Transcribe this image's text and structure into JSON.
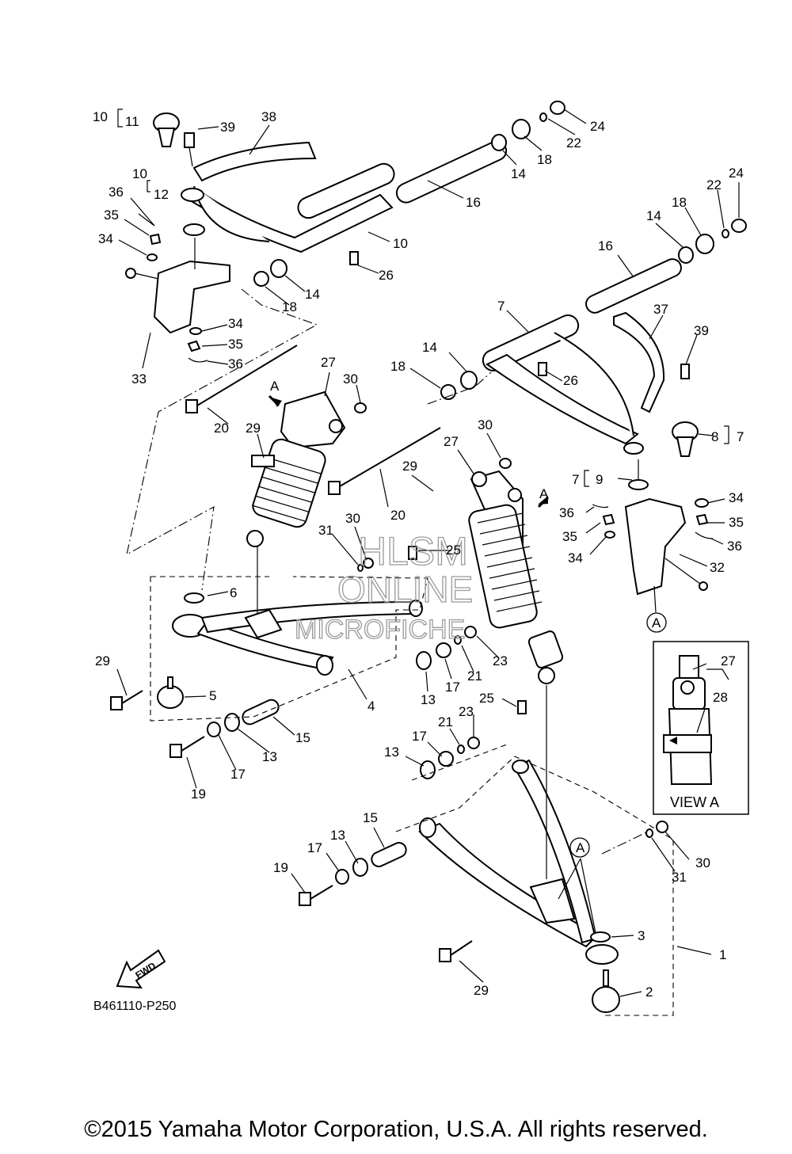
{
  "diagram_code": "B461110-P250",
  "copyright": "©2015 Yamaha Motor Corporation, U.S.A. All rights reserved.",
  "view_label": "VIEW A",
  "direction_label": "FWD",
  "ref_marker": "A",
  "watermark": [
    "HLSM",
    "ONLINE",
    "MICROFICHE"
  ],
  "callouts": [
    {
      "id": "c1",
      "text": "10"
    },
    {
      "id": "c2",
      "text": "11"
    },
    {
      "id": "c3",
      "text": "39"
    },
    {
      "id": "c4",
      "text": "38"
    },
    {
      "id": "c5",
      "text": "24"
    },
    {
      "id": "c6",
      "text": "22"
    },
    {
      "id": "c7",
      "text": "18"
    },
    {
      "id": "c8",
      "text": "14"
    },
    {
      "id": "c9",
      "text": "10"
    },
    {
      "id": "c10",
      "text": "12"
    },
    {
      "id": "c11",
      "text": "36"
    },
    {
      "id": "c12",
      "text": "35"
    },
    {
      "id": "c13",
      "text": "34"
    },
    {
      "id": "c14",
      "text": "16"
    },
    {
      "id": "c15",
      "text": "10"
    },
    {
      "id": "c16",
      "text": "26"
    },
    {
      "id": "c17",
      "text": "14"
    },
    {
      "id": "c18",
      "text": "18"
    },
    {
      "id": "c19",
      "text": "24"
    },
    {
      "id": "c20",
      "text": "22"
    },
    {
      "id": "c21",
      "text": "18"
    },
    {
      "id": "c22",
      "text": "14"
    },
    {
      "id": "c23",
      "text": "16"
    },
    {
      "id": "c24",
      "text": "7"
    },
    {
      "id": "c25",
      "text": "37"
    },
    {
      "id": "c26",
      "text": "39"
    },
    {
      "id": "c27",
      "text": "34"
    },
    {
      "id": "c28",
      "text": "35"
    },
    {
      "id": "c29",
      "text": "36"
    },
    {
      "id": "c30",
      "text": "33"
    },
    {
      "id": "c31",
      "text": "14"
    },
    {
      "id": "c32",
      "text": "18"
    },
    {
      "id": "c33",
      "text": "26"
    },
    {
      "id": "c34",
      "text": "27"
    },
    {
      "id": "c35",
      "text": "30"
    },
    {
      "id": "c36",
      "text": "A"
    },
    {
      "id": "c37",
      "text": "20"
    },
    {
      "id": "c38",
      "text": "29"
    },
    {
      "id": "c39",
      "text": "8"
    },
    {
      "id": "c40",
      "text": "7"
    },
    {
      "id": "c41",
      "text": "30"
    },
    {
      "id": "c42",
      "text": "27"
    },
    {
      "id": "c43",
      "text": "7"
    },
    {
      "id": "c44",
      "text": "9"
    },
    {
      "id": "c45",
      "text": "34"
    },
    {
      "id": "c46",
      "text": "A"
    },
    {
      "id": "c47",
      "text": "36"
    },
    {
      "id": "c48",
      "text": "35"
    },
    {
      "id": "c49",
      "text": "35"
    },
    {
      "id": "c50",
      "text": "36"
    },
    {
      "id": "c51",
      "text": "34"
    },
    {
      "id": "c52",
      "text": "32"
    },
    {
      "id": "c53",
      "text": "29"
    },
    {
      "id": "c54",
      "text": "20"
    },
    {
      "id": "c55",
      "text": "30"
    },
    {
      "id": "c56",
      "text": "31"
    },
    {
      "id": "c57",
      "text": "25"
    },
    {
      "id": "c58",
      "text": "6"
    },
    {
      "id": "c59",
      "text": "A"
    },
    {
      "id": "c60",
      "text": "29"
    },
    {
      "id": "c61",
      "text": "5"
    },
    {
      "id": "c62",
      "text": "4"
    },
    {
      "id": "c63",
      "text": "13"
    },
    {
      "id": "c64",
      "text": "17"
    },
    {
      "id": "c65",
      "text": "21"
    },
    {
      "id": "c66",
      "text": "23"
    },
    {
      "id": "c67",
      "text": "27"
    },
    {
      "id": "c68",
      "text": "28"
    },
    {
      "id": "c69",
      "text": "15"
    },
    {
      "id": "c70",
      "text": "13"
    },
    {
      "id": "c71",
      "text": "17"
    },
    {
      "id": "c72",
      "text": "19"
    },
    {
      "id": "c73",
      "text": "25"
    },
    {
      "id": "c74",
      "text": "23"
    },
    {
      "id": "c75",
      "text": "21"
    },
    {
      "id": "c76",
      "text": "17"
    },
    {
      "id": "c77",
      "text": "13"
    },
    {
      "id": "c78",
      "text": "15"
    },
    {
      "id": "c79",
      "text": "13"
    },
    {
      "id": "c80",
      "text": "17"
    },
    {
      "id": "c81",
      "text": "19"
    },
    {
      "id": "c82",
      "text": "30"
    },
    {
      "id": "c83",
      "text": "31"
    },
    {
      "id": "c84",
      "text": "A"
    },
    {
      "id": "c85",
      "text": "3"
    },
    {
      "id": "c86",
      "text": "1"
    },
    {
      "id": "c87",
      "text": "29"
    },
    {
      "id": "c88",
      "text": "2"
    }
  ]
}
